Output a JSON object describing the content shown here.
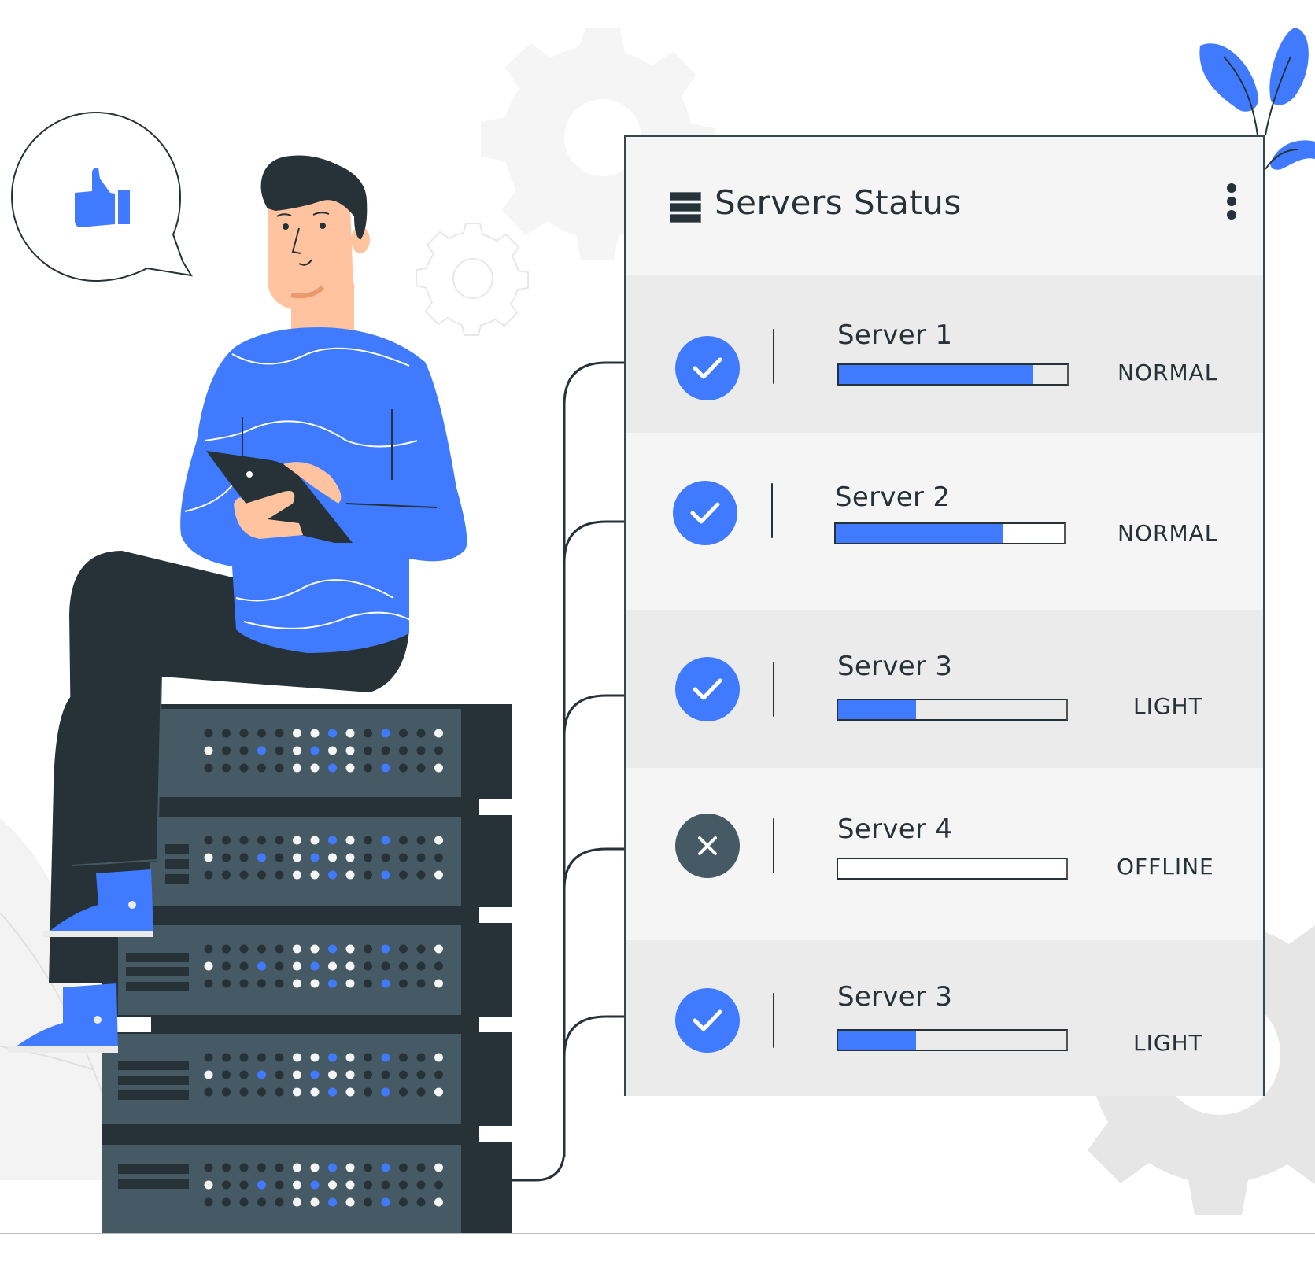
{
  "panel": {
    "title": "Servers Status",
    "header_icon": "server-stack-icon",
    "menu_icon": "more-vertical-icon"
  },
  "servers": [
    {
      "name": "Server 1",
      "status": "NORMAL",
      "load_percent": 85,
      "state": "online",
      "icon": "check-circle-icon"
    },
    {
      "name": "Server 2",
      "status": "NORMAL",
      "load_percent": 73,
      "state": "online",
      "icon": "check-circle-icon"
    },
    {
      "name": "Server 3",
      "status": "LIGHT",
      "load_percent": 34,
      "state": "online",
      "icon": "check-circle-icon"
    },
    {
      "name": "Server 4",
      "status": "OFFLINE",
      "load_percent": 0,
      "state": "offline",
      "icon": "x-circle-icon"
    },
    {
      "name": "Server 3",
      "status": "LIGHT",
      "load_percent": 34,
      "state": "online",
      "icon": "check-circle-icon"
    }
  ],
  "illustration": {
    "speech_bubble_icon": "thumbs-up-icon",
    "character": "person-with-tablet",
    "server_rack_units": 5
  },
  "colors": {
    "accent": "#407bff",
    "dark": "#263238",
    "offline": "#455a64",
    "panel_bg": "#f5f5f5",
    "row_alt_bg": "#ebebeb",
    "skin": "#ffc3a0"
  }
}
